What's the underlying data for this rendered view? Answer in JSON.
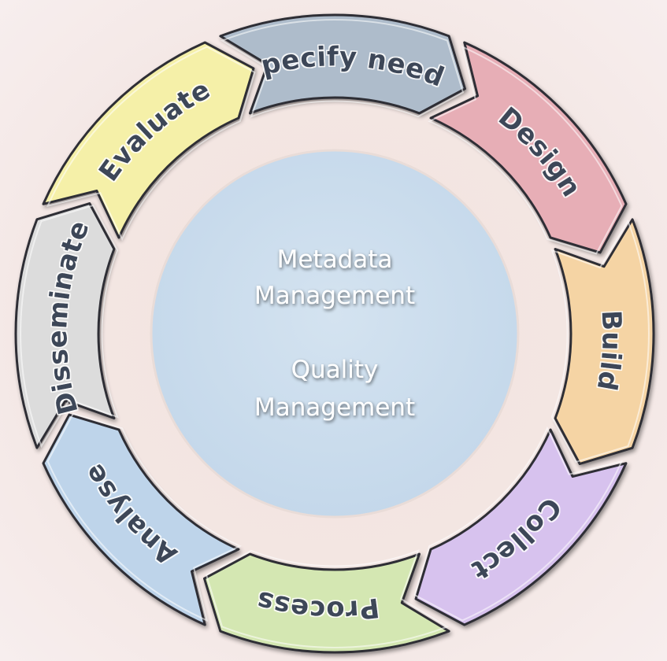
{
  "diagram": {
    "center": {
      "lines": [
        "Metadata",
        "Management",
        "",
        "Quality",
        "Management"
      ],
      "fill": "#cddfee"
    },
    "stages": [
      {
        "label": "Specify needs",
        "fill": "#aebccb",
        "name": "specify-needs"
      },
      {
        "label": "Design",
        "fill": "#e7aeb6",
        "name": "design"
      },
      {
        "label": "Build",
        "fill": "#f5d4a4",
        "name": "build"
      },
      {
        "label": "Collect",
        "fill": "#d7c2ee",
        "name": "collect"
      },
      {
        "label": "Process",
        "fill": "#d4e7b2",
        "name": "process"
      },
      {
        "label": "Analyse",
        "fill": "#bed4ea",
        "name": "analyse"
      },
      {
        "label": "Disseminate",
        "fill": "#dcdcdc",
        "name": "disseminate"
      },
      {
        "label": "Evaluate",
        "fill": "#f5f0a8",
        "name": "evaluate"
      }
    ],
    "colors": {
      "segment_text": "#3c4658",
      "center_text": "#ffffff",
      "segment_edge": "#2e2e36"
    }
  }
}
